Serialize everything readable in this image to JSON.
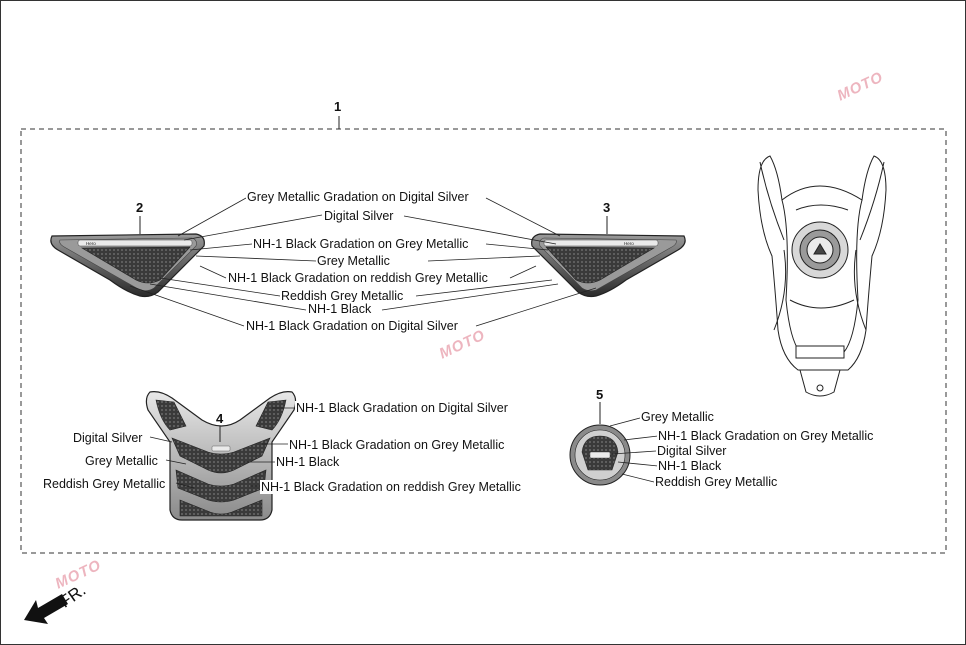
{
  "callouts": {
    "c1": "1",
    "c2": "2",
    "c3": "3",
    "c4": "4",
    "c5": "5"
  },
  "labels": {
    "l_top_1": "Grey Metallic Gradation on Digital Silver",
    "l_top_2": "Digital Silver",
    "l_top_3": "NH-1 Black Gradation on Grey Metallic",
    "l_top_4": "Grey Metallic",
    "l_top_5": "NH-1 Black Gradation on reddish Grey Metallic",
    "l_top_6": "Reddish Grey Metallic",
    "l_top_7": "NH-1 Black",
    "l_top_8": "NH-1 Black Gradation on Digital Silver",
    "p4_r1": "NH-1 Black Gradation on Digital Silver",
    "p4_r2": "NH-1 Black Gradation on Grey Metallic",
    "p4_r3": "NH-1 Black",
    "p4_r4": "NH-1 Black Gradation on reddish Grey Metallic",
    "p4_l1": "Digital Silver",
    "p4_l2": "Grey Metallic",
    "p4_l3": "Reddish Grey Metallic",
    "p5_1": "Grey Metallic",
    "p5_2": "NH-1 Black Gradation on Grey Metallic",
    "p5_3": "Digital Silver",
    "p5_4": "NH-1 Black",
    "p5_5": "Reddish Grey Metallic"
  },
  "front_indicator": "FR.",
  "watermark": "MOTO",
  "icons": {
    "front_arrow": "arrow-down-left-icon",
    "tank": "fuel-tank-illustration",
    "cap": "fuel-cap-illustration"
  },
  "colors": {
    "line": "#222222",
    "dark_mesh": "#3a3a3a",
    "mid_grey": "#8a8a8a",
    "light_silver": "#cfcfcf",
    "watermark": "#e07a8c"
  }
}
